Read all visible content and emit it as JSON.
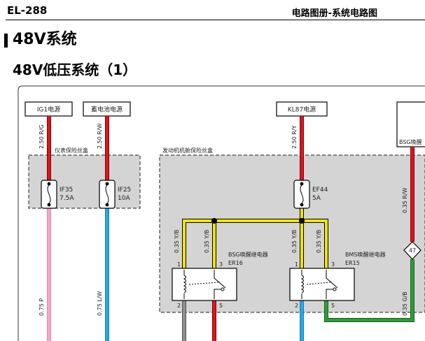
{
  "header": {
    "model": "EL-288",
    "section": "电路图册-系统电路图"
  },
  "titles": {
    "main": "48V系统",
    "sub": "48V低压系统（1）"
  },
  "sources": {
    "ig1": "IG1电源",
    "battery": "蓄电池电源",
    "kl87": "KL87电源",
    "bsg": "BSG唤醒"
  },
  "boxes": {
    "instrument": "仪表保险丝盒",
    "engine": "发动机机舱保险丝盒"
  },
  "fuses": {
    "if35": {
      "name": "IF35",
      "rating": "7.5A"
    },
    "if25": {
      "name": "IF25",
      "rating": "10A"
    },
    "ef44": {
      "name": "EF44",
      "rating": "5A"
    }
  },
  "wires": {
    "w1": "2.50 R/G",
    "w2": "2.50 R/W",
    "w3": "2.50 R/Y",
    "w4": "0.35 R/W",
    "w5": "0.35 Y/B",
    "w6": "0.35 Y/B",
    "w7": "0.35 Y/B",
    "w8": "0.35 Y/B",
    "w9": "0.75 P",
    "w10": "0.75 L/W",
    "w11": "0.35 G/B"
  },
  "relays": {
    "bsg": {
      "name": "BSG唤醒继电器",
      "code": "ER16"
    },
    "bms": {
      "name": "BMS唤醒继电器",
      "code": "ER15"
    }
  },
  "pins": {
    "p1a": "1",
    "p3a": "3",
    "p2a": "2",
    "p5a": "5",
    "p1b": "1",
    "p3b": "3",
    "p2b": "2",
    "p5b": "5"
  },
  "splice": "47",
  "colors": {
    "red": "#d6181e",
    "blue": "#2aa7e0",
    "pink": "#f3a6c6",
    "yellow": "#f5e400",
    "green": "#2e9c3a",
    "gray": "#8e8e8e",
    "box_fill": "#d4d4d4"
  }
}
